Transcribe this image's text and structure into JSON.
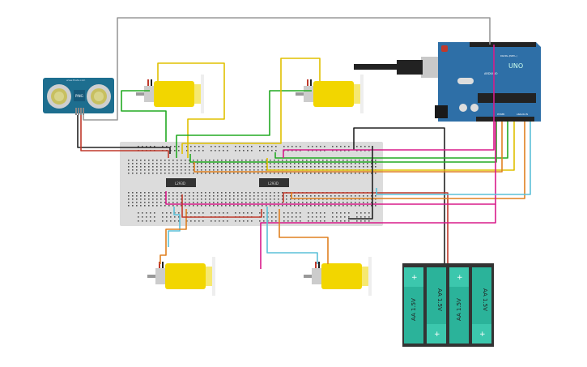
{
  "sensor": {
    "label": "PING",
    "brand": "www.theta.com"
  },
  "arduino": {
    "model": "UNO",
    "brand": "ARDUINO",
    "power_label": "POWER",
    "analog_label": "ANALOG IN",
    "digital_label": "DIGITAL (PWM~)"
  },
  "chips": [
    {
      "label": "L293D"
    },
    {
      "label": "L293D"
    }
  ],
  "battery": {
    "cells": [
      {
        "label": "AA 1.5V",
        "plus": "+"
      },
      {
        "label": "AA 1.5V",
        "plus": "+"
      },
      {
        "label": "AA 1.5V",
        "plus": "+"
      },
      {
        "label": "AA 1.5V",
        "plus": "+"
      }
    ]
  },
  "colors": {
    "arduino_board": "#2e6fa7",
    "sensor_board": "#1d6e8f",
    "breadboard": "#dcdcdc",
    "motor_body": "#f2d600",
    "battery_cell": "#2bb39a",
    "battery_case": "#333333",
    "chip": "#333333"
  }
}
